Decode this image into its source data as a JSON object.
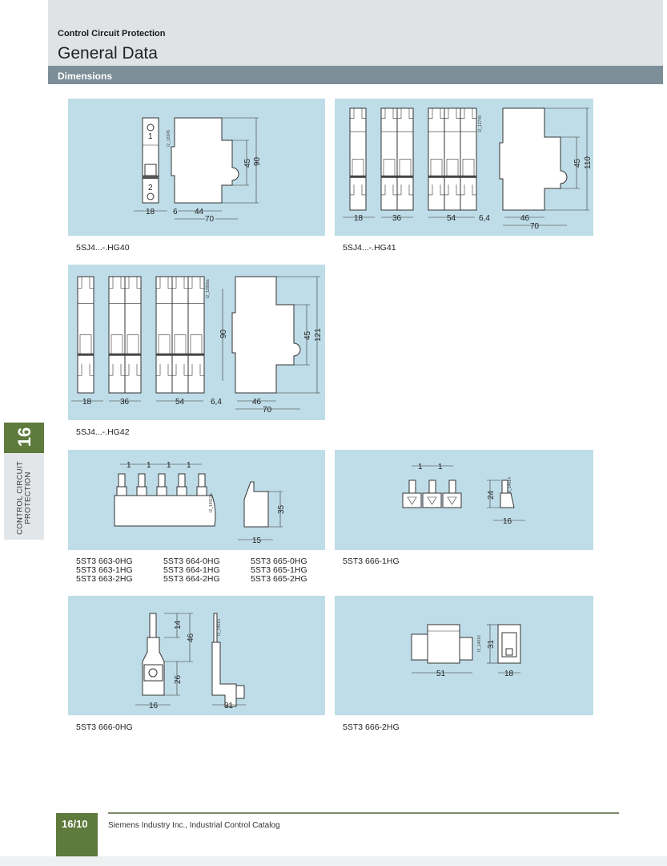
{
  "header": {
    "section": "Control Circuit Protection",
    "title": "General Data",
    "bar": "Dimensions"
  },
  "side_tab": {
    "number": "16",
    "label_line1": "CONTROL CIRCUIT",
    "label_line2": "PROTECTION"
  },
  "panels": [
    {
      "drawing_id": "I2_13345",
      "caption": "5SJ4...-.HG40",
      "front_labels": [
        "1",
        "2"
      ],
      "dims": [
        "18",
        "6",
        "44",
        "70",
        "45",
        "90"
      ]
    },
    {
      "drawing_id": "I2_12749",
      "caption": "5SJ4...-.HG41",
      "dims": [
        "18",
        "36",
        "54",
        "6,4",
        "46",
        "70",
        "45",
        "110"
      ]
    },
    {
      "drawing_id": "I2_13958a",
      "caption": "5SJ4...-.HG42",
      "dims": [
        "18",
        "36",
        "54",
        "6,4",
        "46",
        "70",
        "90",
        "45",
        "121"
      ]
    },
    {
      "drawing_id": "I2_14010a",
      "captions": [
        [
          "5ST3 663-0HG",
          "5ST3 663-1HG",
          "5ST3 663-2HG"
        ],
        [
          "5ST3 664-0HG",
          "5ST3 664-1HG",
          "5ST3 664-2HG"
        ],
        [
          "5ST3 665-0HG",
          "5ST3 665-1HG",
          "5ST3 665-2HG"
        ]
      ],
      "dims": [
        "1",
        "1",
        "1",
        "1",
        "35",
        "15"
      ]
    },
    {
      "drawing_id": "I2_14014",
      "caption": "5ST3 666-1HG",
      "dims": [
        "1",
        "1",
        "24",
        "16"
      ]
    },
    {
      "drawing_id": "I2_14015",
      "caption": "5ST3 666-0HG",
      "dims": [
        "14",
        "46",
        "26",
        "16",
        "31"
      ]
    },
    {
      "drawing_id": "I2_14016",
      "caption": "5ST3 666-2HG",
      "dims": [
        "51",
        "31",
        "18"
      ]
    }
  ],
  "footer": {
    "page": "16/10",
    "text": "Siemens Industry Inc., Industrial Control Catalog"
  },
  "colors": {
    "panel": "#bfdde8",
    "accent": "#5e7a3c",
    "bar": "#7d8e98"
  }
}
